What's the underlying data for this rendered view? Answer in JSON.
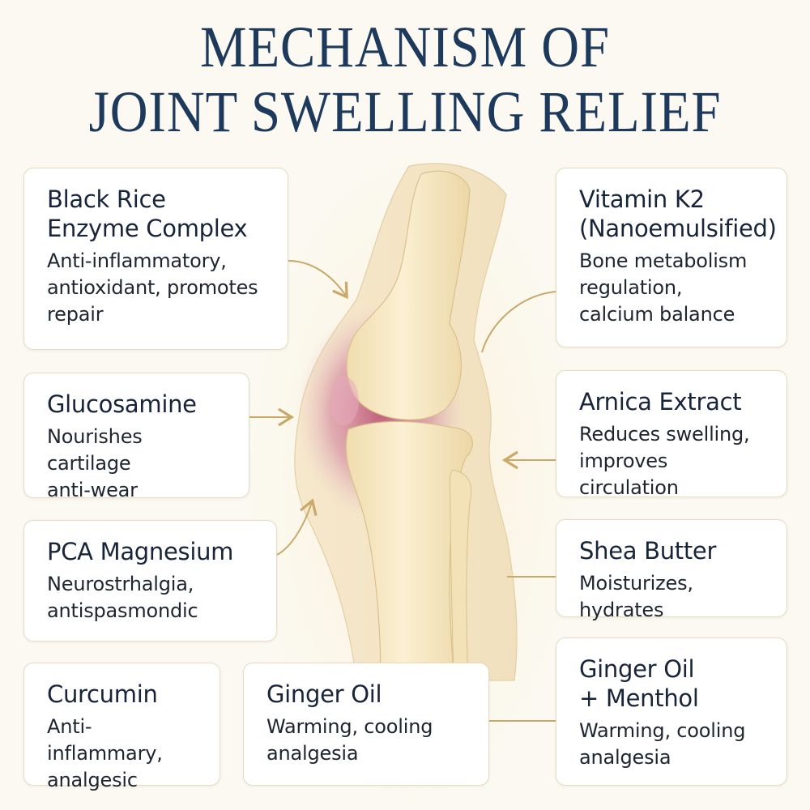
{
  "title": {
    "line1": "MECHANISM OF",
    "line2": "JOINT SWELLING RELIEF"
  },
  "colors": {
    "title": "#1d3a5c",
    "card_border": "#e6dcc2",
    "arrow": "#c9a86a",
    "bone": "#f5e6c0",
    "inflammation": "#c7648a",
    "background": "#fbf9f1"
  },
  "center_illustration": {
    "subject": "knee-joint",
    "icon": "knee-joint-illustration"
  },
  "ingredients": [
    {
      "name_line1": "Black Rice",
      "name_line2": "Enzyme Complex",
      "desc_line1": "Anti-inflammatory,",
      "desc_line2": "antioxidant, promotes",
      "desc_line3": "repair"
    },
    {
      "name_line1": "Glucosamine",
      "desc_line1": "Nourishes cartilage",
      "desc_line2": "anti-wear"
    },
    {
      "name_line1": "PCA Magnesium",
      "desc_line1": "Neurostrhalgia,",
      "desc_line2": "antispasmondic"
    },
    {
      "name_line1": "Curcumin",
      "desc_line1": "Anti-inflammary,",
      "desc_line2": "analgesic"
    },
    {
      "name_line1": "Ginger Oil",
      "desc_line1": "Warming, cooling",
      "desc_line2": "analgesia"
    },
    {
      "name_line1": "Vitamin K2",
      "name_line2": "(Nanoemulsified)",
      "desc_line1": "Bone metabolism",
      "desc_line2": "regulation,",
      "desc_line3": "calcium balance"
    },
    {
      "name_line1": "Arnica Extract",
      "desc_line1": "Reduces swelling,",
      "desc_line2": "improves circulation"
    },
    {
      "name_line1": "Shea Butter",
      "desc_line1": "Moisturizes, hydrates"
    },
    {
      "name_line1": "Ginger Oil",
      "name_line2": "+ Menthol",
      "desc_line1": "Warming, cooling",
      "desc_line2": "analgesia"
    }
  ]
}
